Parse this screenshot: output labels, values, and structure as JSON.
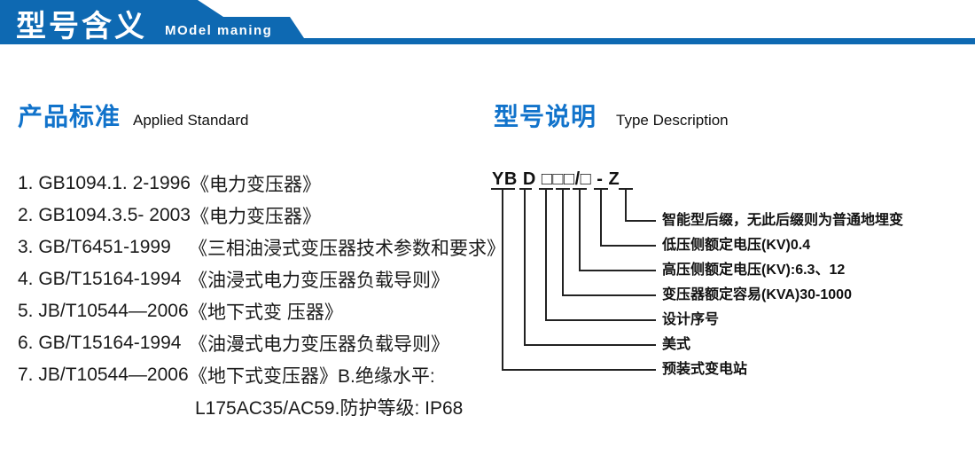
{
  "colors": {
    "header_blue": "#0e69b2",
    "heading_blue": "#1173cb",
    "text_black": "#1a1a1a",
    "line_color": "#222222"
  },
  "header": {
    "title_cn": "型号含义",
    "title_en": "MOdel maning"
  },
  "standards": {
    "heading_cn": "产品标准",
    "heading_en": "Applied Standard",
    "items": [
      {
        "num": "1. GB1094.1. 2-1996",
        "title": "《电力变压器》"
      },
      {
        "num": "2. GB1094.3.5- 2003",
        "title": "《电力变压器》"
      },
      {
        "num": "3. GB/T6451-1999",
        "title": "《三相油浸式变压器技术参数和要求》"
      },
      {
        "num": "4. GB/T15164-1994",
        "title": "《油浸式电力变压器负载导则》"
      },
      {
        "num": "5. JB/T10544—2006",
        "title": "《地下式变 压器》"
      },
      {
        "num": "6. GB/T15164-1994",
        "title": "《油漫式电力变压器负载导则》"
      },
      {
        "num": "7. JB/T10544—2006",
        "title": "《地下式变压器》B.绝缘水平:"
      },
      {
        "num": "",
        "title": "L175AC35/AC59.防护等级: IP68"
      }
    ]
  },
  "model": {
    "heading_cn": "型号说明",
    "heading_en": "Type Description",
    "code": "YB D □□□/□ - Z",
    "labels": [
      "智能型后缀，无此后缀则为普通地埋变",
      "低压侧额定电压(KV)0.4",
      "高压侧额定电压(KV):6.3、12",
      "变压器额定容易(KVA)30-1000",
      "设计序号",
      "美式",
      "预装式变电站"
    ]
  }
}
